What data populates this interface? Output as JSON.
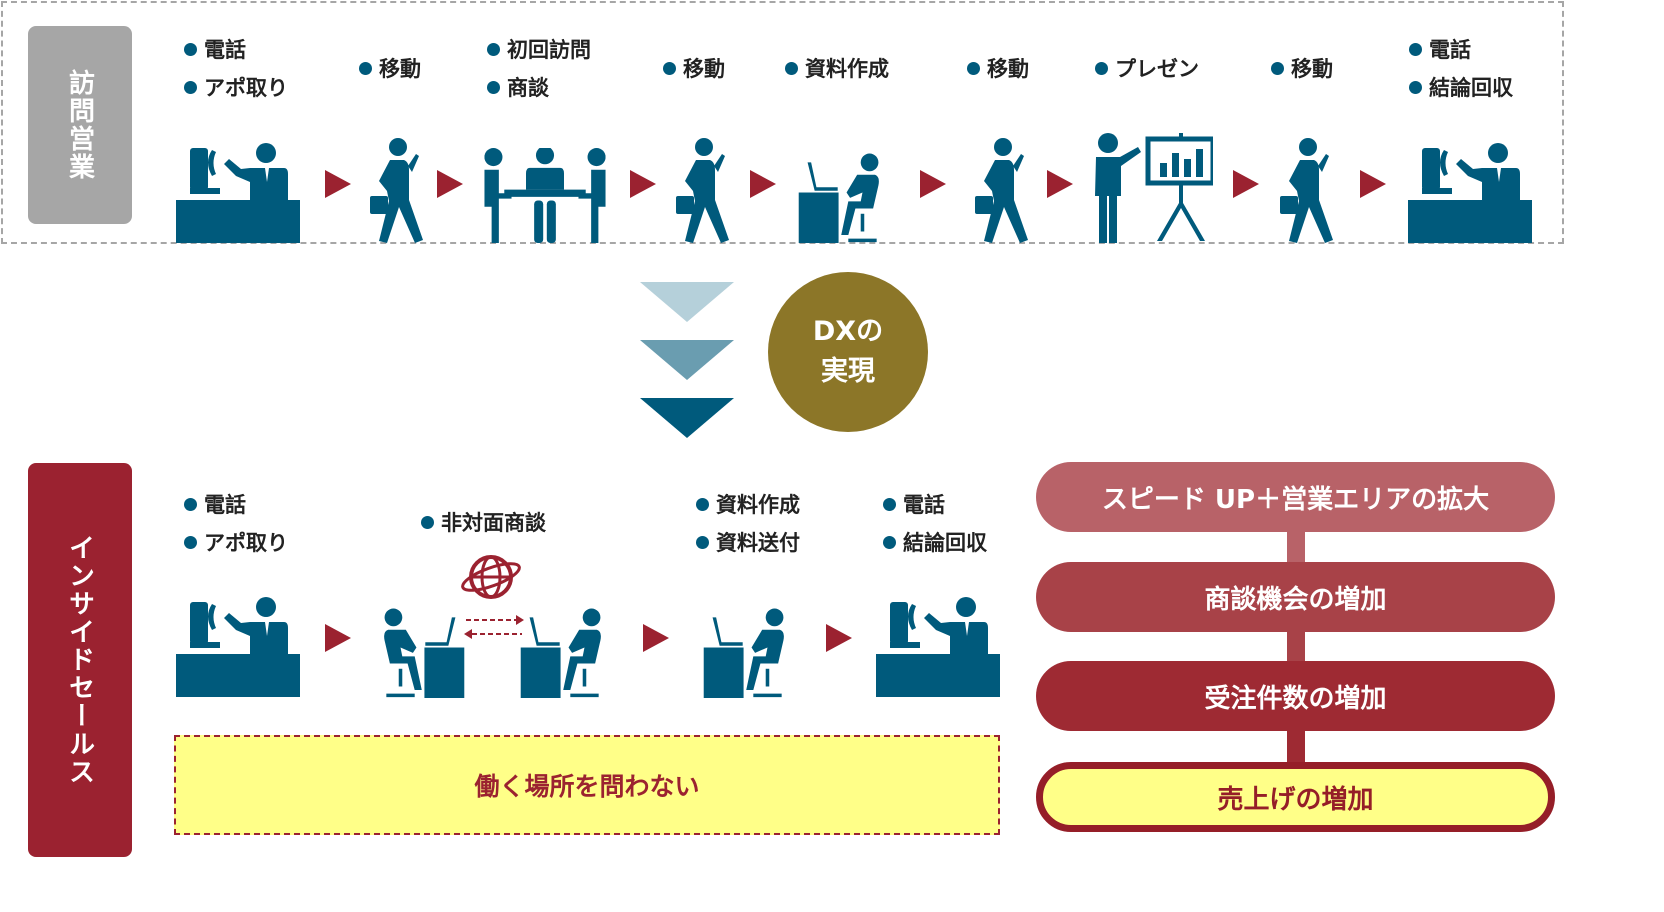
{
  "colors": {
    "primary_blue": "#005a7c",
    "arrow_red": "#9b2230",
    "gray_label": "#a6a6a6",
    "dx_circle": "#8c7628",
    "yellow": "#ffff88"
  },
  "top": {
    "label": "訪問営業",
    "steps": [
      {
        "items": [
          "電話",
          "アポ取り"
        ],
        "icon": "desk-phone-icon"
      },
      {
        "items": [
          "移動"
        ],
        "icon": "walking-person-icon"
      },
      {
        "items": [
          "初回訪問",
          "商談"
        ],
        "icon": "meeting-icon"
      },
      {
        "items": [
          "移動"
        ],
        "icon": "walking-person-icon"
      },
      {
        "items": [
          "資料作成"
        ],
        "icon": "laptop-desk-icon"
      },
      {
        "items": [
          "移動"
        ],
        "icon": "walking-person-icon"
      },
      {
        "items": [
          "プレゼン"
        ],
        "icon": "presentation-icon"
      },
      {
        "items": [
          "移動"
        ],
        "icon": "walking-person-icon"
      },
      {
        "items": [
          "電話",
          "結論回収"
        ],
        "icon": "desk-phone-icon"
      }
    ]
  },
  "dx": {
    "line1": "DXの",
    "line2": "実現"
  },
  "bottom": {
    "label": "インサイドセールス",
    "steps": [
      {
        "items": [
          "電話",
          "アポ取り"
        ],
        "icon": "desk-phone-icon"
      },
      {
        "items": [
          "非対面商談"
        ],
        "icon": "online-meeting-icon"
      },
      {
        "items": [
          "資料作成",
          "資料送付"
        ],
        "icon": "laptop-desk-icon"
      },
      {
        "items": [
          "電話",
          "結論回収"
        ],
        "icon": "desk-phone-icon"
      }
    ],
    "note": "働く場所を問わない"
  },
  "results": [
    {
      "label": "スピード UP＋営業エリアの拡大",
      "color": "#b86268"
    },
    {
      "label": "商談機会の増加",
      "color": "#a84248"
    },
    {
      "label": "受注件数の増加",
      "color": "#9e2a33"
    },
    {
      "label": "売上げの増加",
      "color": "#951e28"
    }
  ]
}
